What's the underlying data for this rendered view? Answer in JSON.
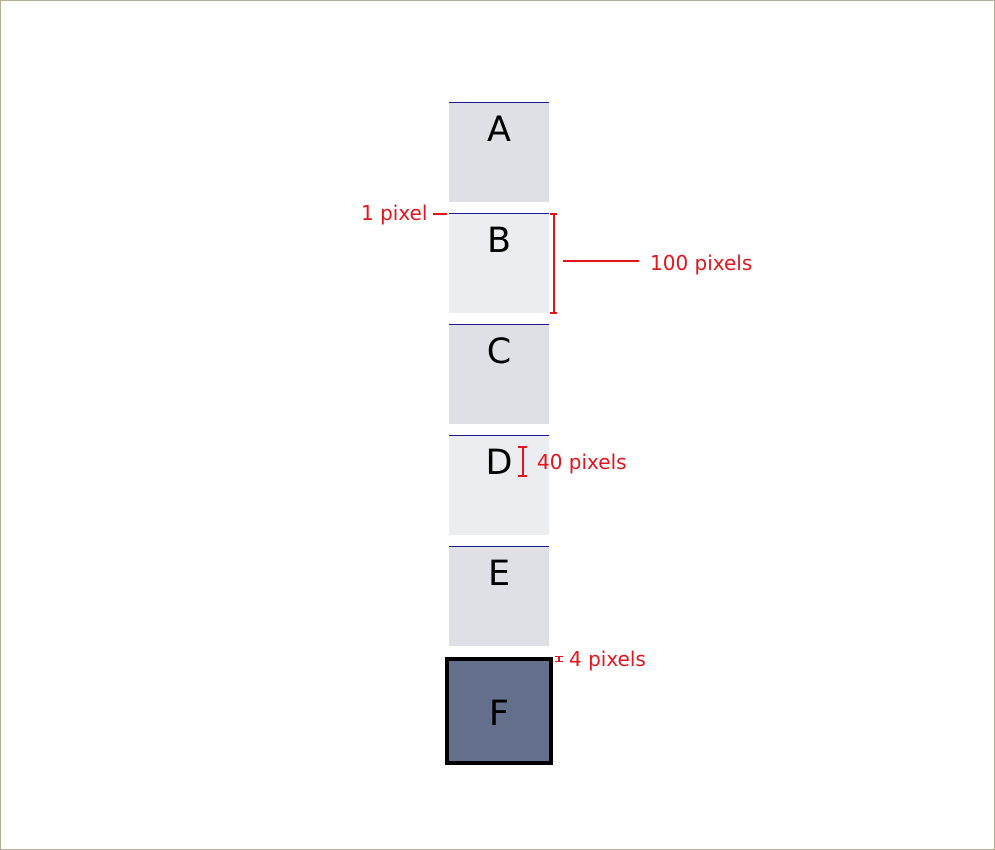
{
  "colors": {
    "odd_item": "#dfe0e5",
    "even_item": "#ecedf0",
    "selected_item": "#646f8c",
    "annotation": "#e0151d"
  },
  "items": [
    "A",
    "B",
    "C",
    "D",
    "E",
    "F"
  ],
  "annotations": {
    "gap": "1 pixel",
    "item_height": "100 pixels",
    "font_height": "40 pixels",
    "selection_border": "4 pixels"
  }
}
